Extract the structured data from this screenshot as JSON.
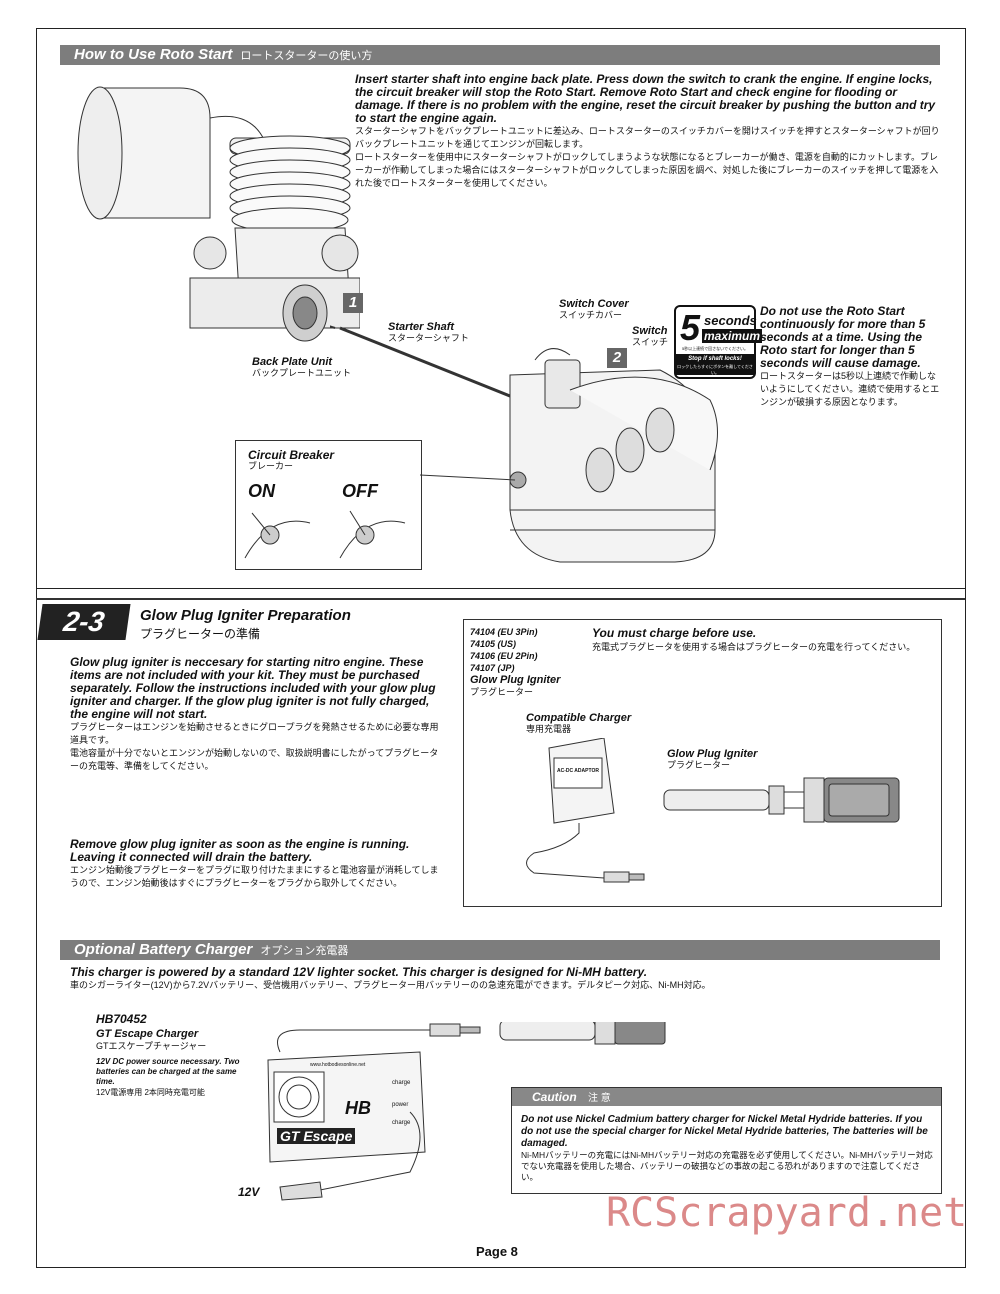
{
  "roto": {
    "title": "How to Use Roto Start",
    "title_jp": "ロートスターターの使い方",
    "instructions_en": "Insert starter shaft into engine back plate. Press down the switch to crank the engine. If engine locks, the circuit breaker will stop the Roto Start. Remove Roto Start and check engine for flooding or damage. If there is no problem with the engine, reset the circuit breaker by pushing the button and try to start the engine again.",
    "instructions_jp_1": "スターターシャフトをバックプレートユニットに差込み、ロートスターターのスイッチカバーを開けスイッチを押すとスターターシャフトが回りバックプレートユニットを通じてエンジンが回転します。",
    "instructions_jp_2": "ロートスターターを使用中にスターターシャフトがロックしてしまうような状態になるとブレーカーが働き、電源を自動的にカットします。ブレーカーが作動してしまった場合にはスターターシャフトがロックしてしまった原因を調べ、対処した後にブレーカーのスイッチを押して電源を入れた後でロートスターターを使用してください。",
    "step1": "1",
    "step2": "2",
    "back_plate": "Back Plate Unit",
    "back_plate_jp": "バックプレートユニット",
    "starter_shaft": "Starter Shaft",
    "starter_shaft_jp": "スターターシャフト",
    "switch_cover": "Switch Cover",
    "switch_cover_jp": "スイッチカバー",
    "switch": "Switch",
    "switch_jp": "スイッチ",
    "badge_num": "5",
    "badge_line1": "seconds",
    "badge_line2": "maximum",
    "badge_small": "5秒以上連続で回さないでください。",
    "badge_stop": "Stop if shaft locks!",
    "badge_stop_jp": "ロックしたらすぐにボタンを離してください。",
    "warning_en": "Do not use the Roto Start continuously for more than 5 seconds at a time. Using the Roto start for longer than 5 seconds will cause damage.",
    "warning_jp": "ロートスターターは5秒以上連続で作動しないようにしてください。連続で使用するとエンジンが破損する原因となります。",
    "breaker": "Circuit Breaker",
    "breaker_jp": "ブレーカー",
    "on": "ON",
    "off": "OFF"
  },
  "glow": {
    "number": "2-3",
    "title": "Glow Plug Igniter Preparation",
    "title_jp": "プラグヒーターの準備",
    "para1_en": "Glow plug igniter is neccesary for starting nitro engine. These items are not included with your kit. They must be purchased separately. Follow the instructions included with your glow plug igniter and charger. If the glow plug igniter is not fully charged, the engine will not start.",
    "para1_jp_1": "プラグヒーターはエンジンを始動させるときにグロープラグを発熱させるために必要な専用道具です。",
    "para1_jp_2": "電池容量が十分でないとエンジンが始動しないので、取扱説明書にしたがってプラグヒーターの充電等、準備をしてください。",
    "para2_en": "Remove glow plug igniter as soon as the engine is running. Leaving it connected will drain the battery.",
    "para2_jp": "エンジン始動後プラグヒーターをプラグに取り付けたままにすると電池容量が消耗してしまうので、エンジン始動後はすぐにプラグヒーターをプラグから取外してください。",
    "codes": [
      "74104 (EU 3Pin)",
      "74105 (US)",
      "74106 (EU 2Pin)",
      "74107 (JP)"
    ],
    "igniter_name": "Glow Plug Igniter",
    "igniter_name_jp": "プラグヒーター",
    "must_charge": "You must charge before use.",
    "must_charge_jp": "充電式プラグヒータを使用する場合はプラグヒーターの充電を行ってください。",
    "charger": "Compatible Charger",
    "charger_jp": "専用充電器",
    "adaptor": "AC-DC ADAPTOR",
    "igniter_label": "Glow Plug Igniter",
    "igniter_label_jp": "プラグヒーター"
  },
  "optional": {
    "title": "Optional Battery Charger",
    "title_jp": "オプション充電器",
    "desc_en": "This charger is powered by a standard 12V lighter socket. This charger is designed for Ni-MH battery.",
    "desc_jp": "車のシガーライター(12V)から7.2Vバッテリー、受信機用バッテリー、プラグヒーター用バッテリーのの急速充電ができます。デルタピーク対応、Ni-MH対応。",
    "part_no": "HB70452",
    "name": "GT Escape Charger",
    "name_jp": "GTエスケープチャージャー",
    "note_en": "12V DC power source necessary. Two batteries can be charged at the same time.",
    "note_jp": "12V電源専用 2本同時充電可能",
    "v12": "12V",
    "charger_brand": "GT Escape",
    "charger_logo": "HB",
    "charger_url": "www.hotbodiesonline.net",
    "charge1": "charge",
    "charge2": "charge",
    "power": "power",
    "caution_title": "Caution",
    "caution_title_jp": "注 意",
    "caution_en": "Do not use Nickel Cadmium battery charger for Nickel Metal Hydride batteries. If you do not use the special charger for Nickel Metal Hydride batteries, The batteries will be damaged.",
    "caution_jp": "Ni-MHバッテリーの充電にはNi-MHバッテリー対応の充電器を必ず使用してください。Ni-MHバッテリー対応でない充電器を使用した場合、バッテリーの破損などの事故の起こる恐れがありますので注意してください。"
  },
  "footer": {
    "page": "Page 8",
    "watermark": "RCScrapyard.net"
  }
}
